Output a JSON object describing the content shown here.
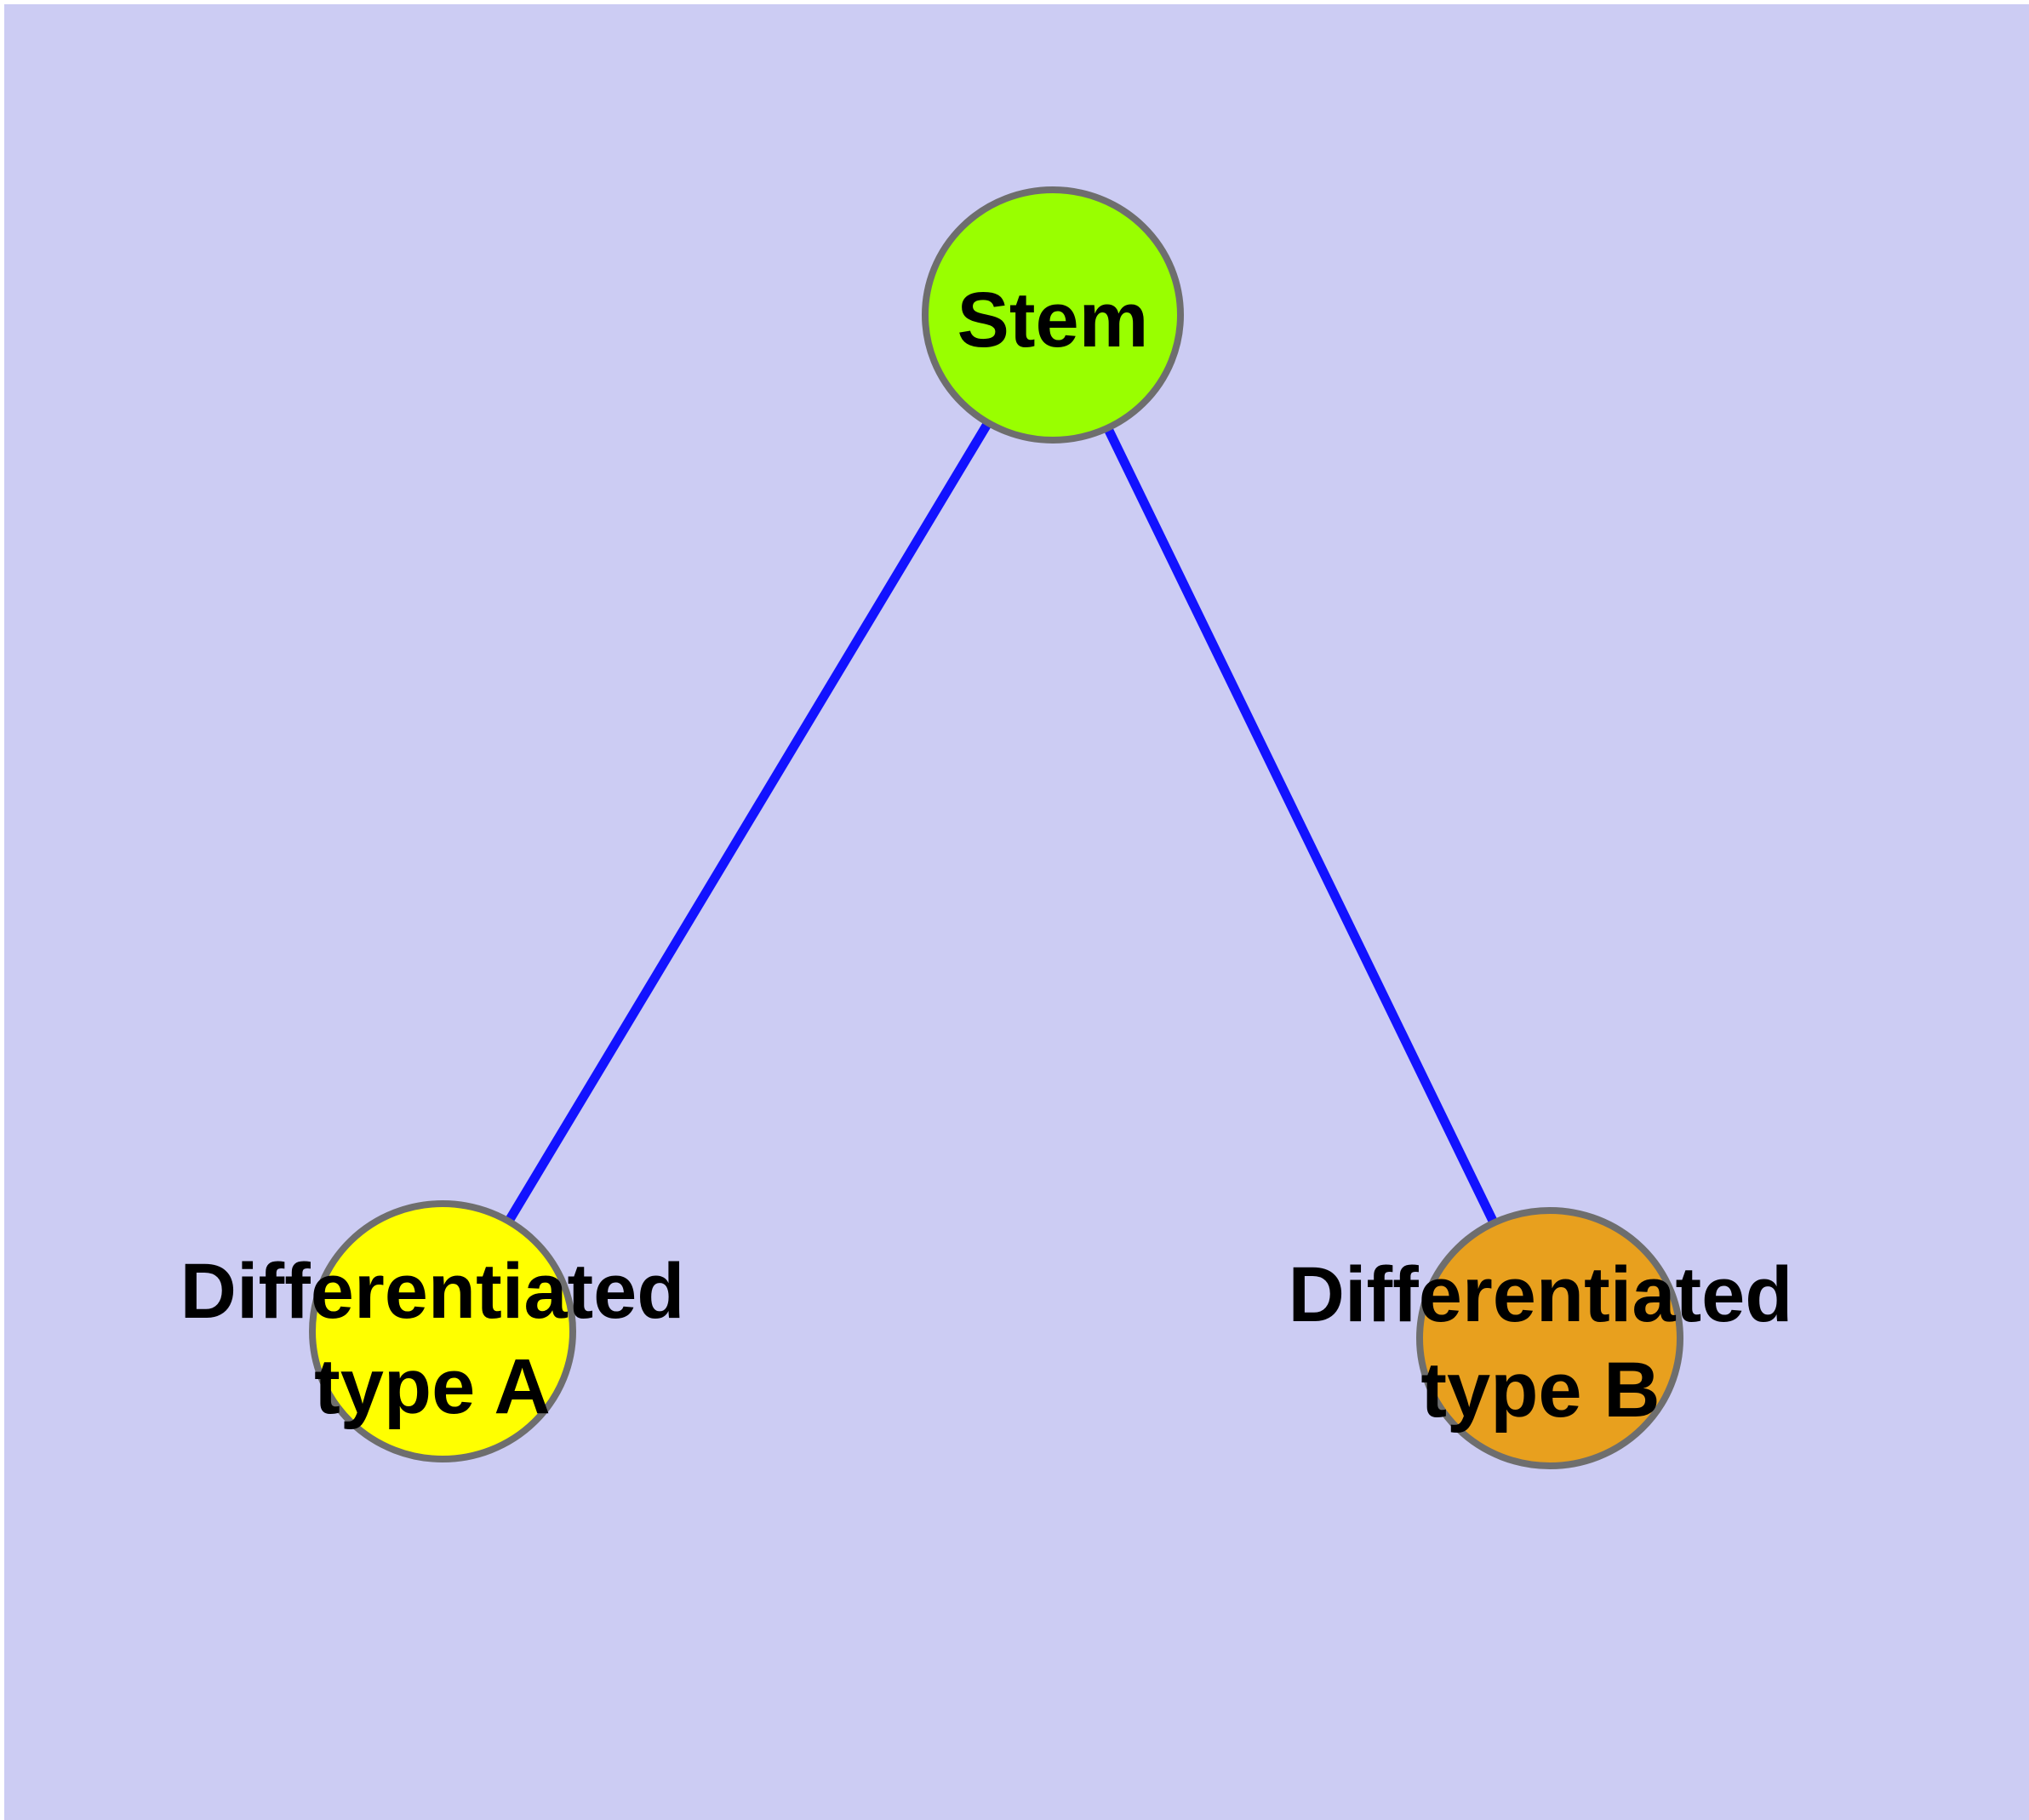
{
  "diagram": {
    "background_color": "#CCCCF3",
    "frame_color": "#FFFFFF",
    "edge_color": "#1212FF",
    "node_border_color": "#6E6E6E",
    "label_color": "#000000",
    "nodes": {
      "stem": {
        "label": "Stem",
        "fill": "#99FF00"
      },
      "type_a": {
        "label_line1": "Differentiated",
        "label_line2": "type A",
        "fill": "#FFFF00"
      },
      "type_b": {
        "label_line1": "Differentiated",
        "label_line2": "type B",
        "fill": "#E8A01E"
      }
    },
    "edges": [
      {
        "from": "Stem",
        "to": "Differentiated type A"
      },
      {
        "from": "Stem",
        "to": "Differentiated type B"
      }
    ]
  }
}
